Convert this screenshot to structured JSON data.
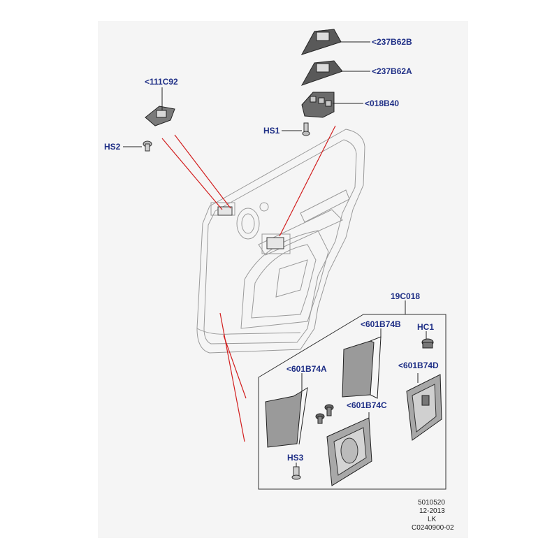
{
  "callouts": {
    "c237b62b": "<237B62B",
    "c237b62a": "<237B62A",
    "c018b40": "<018B40",
    "c111c92": "<111C92",
    "hs1": "HS1",
    "hs2": "HS2",
    "c19c018": "19C018",
    "c601b74b": "<601B74B",
    "hc1": "HC1",
    "c601b74a": "<601B74A",
    "c601b74d": "<601B74D",
    "c601b74c": "<601B74C",
    "hs3": "HS3"
  },
  "reference": {
    "line1": "5010520",
    "line2": "12-2013",
    "line3": "LK",
    "line4": "C0240900-02"
  },
  "colors": {
    "label": "#1f2f86",
    "leader_red": "#d21e1e",
    "background_panel": "#f5f5f5"
  }
}
